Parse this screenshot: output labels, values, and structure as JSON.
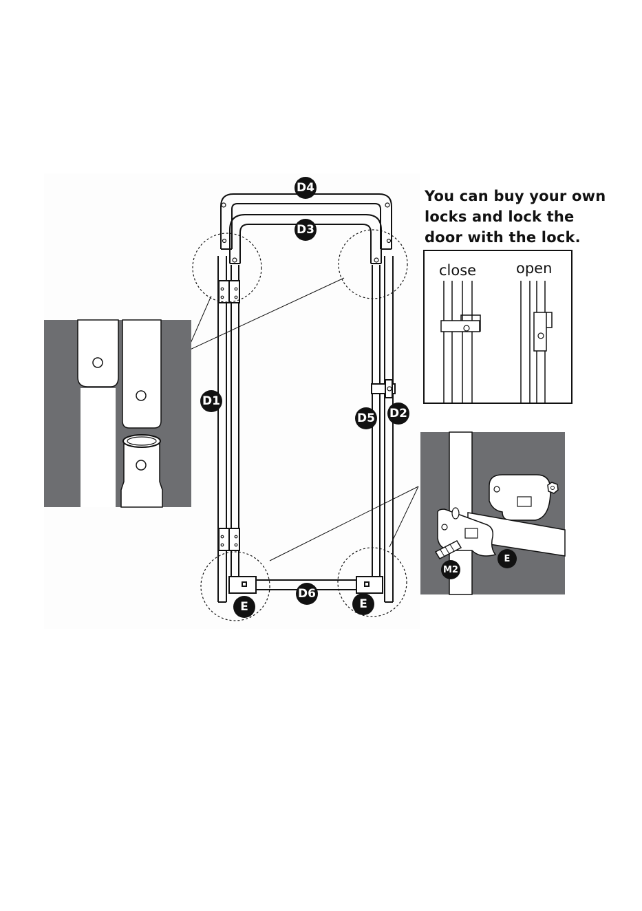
{
  "note": {
    "line1": "You can buy your own",
    "line2": "locks and lock the",
    "line3": "door with the lock."
  },
  "lock_states": {
    "close": "close",
    "open": "open"
  },
  "part_labels": {
    "d1": "D1",
    "d2": "D2",
    "d3": "D3",
    "d4": "D4",
    "d5": "D5",
    "d6": "D6",
    "e": "E",
    "m2": "M2"
  },
  "colors": {
    "panel_gray": "#6d6e71",
    "line": "#111111",
    "tube_fill": "#ffffff"
  }
}
